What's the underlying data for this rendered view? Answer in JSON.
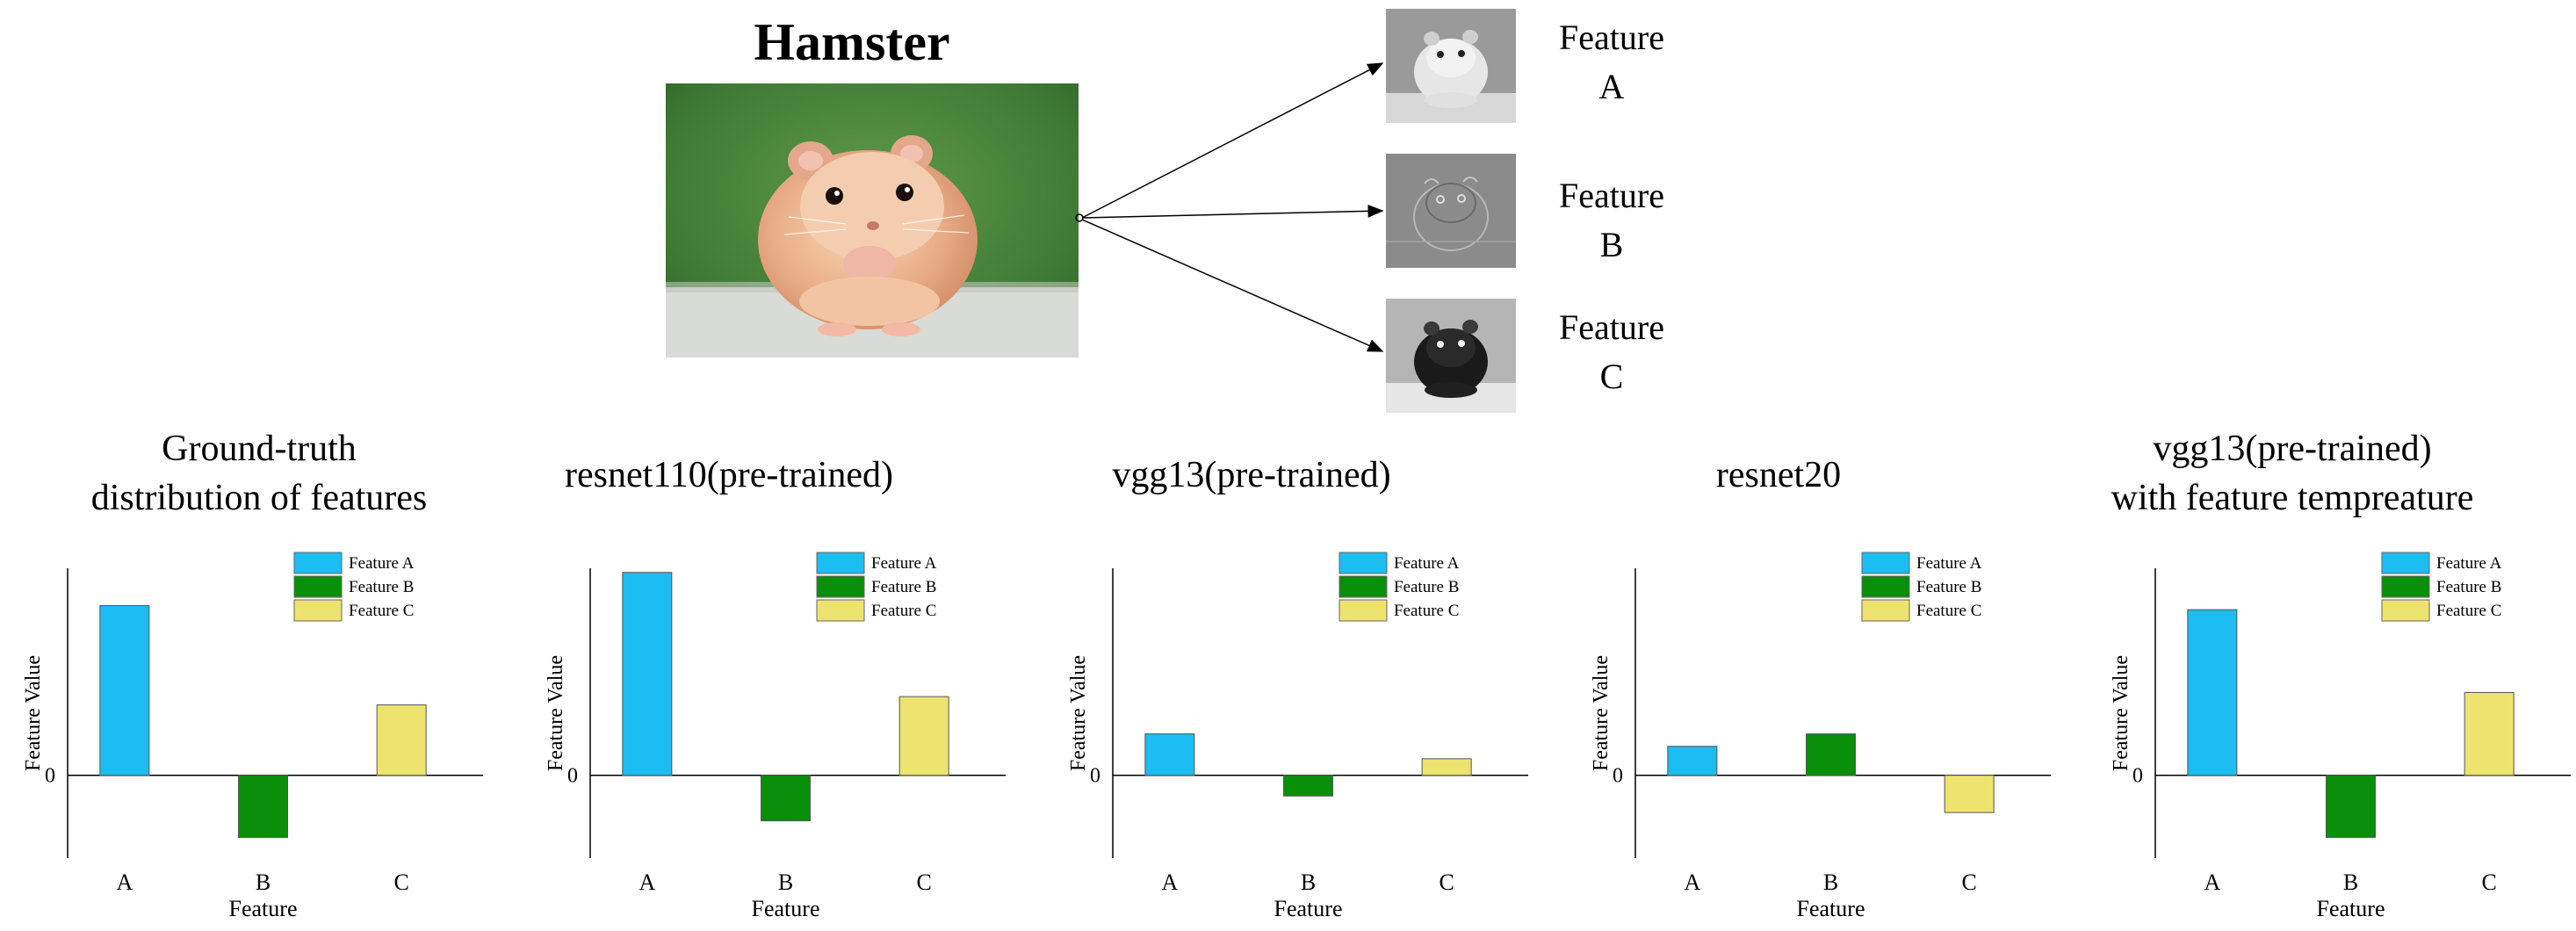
{
  "header": {
    "title": "Hamster"
  },
  "features": [
    {
      "line1": "Feature",
      "line2": "A",
      "icon": "hamster-grayscale-thumbnail"
    },
    {
      "line1": "Feature",
      "line2": "B",
      "icon": "hamster-edge-thumbnail"
    },
    {
      "line1": "Feature",
      "line2": "C",
      "icon": "hamster-dark-thumbnail"
    }
  ],
  "colors": {
    "feature_a": "#1bbdf2",
    "feature_b": "#0a8f0a",
    "feature_c": "#ede36e",
    "background_green": "#3f7a35"
  },
  "chart_data": [
    {
      "type": "bar",
      "title_lines": [
        "Ground-truth",
        "distribution of features"
      ],
      "categories": [
        "A",
        "B",
        "C"
      ],
      "values": [
        0.82,
        -0.3,
        0.34
      ],
      "xlabel": "Feature",
      "ylabel": "Feature Value",
      "yticks": [
        "0"
      ],
      "ylim": [
        -0.4,
        1.0
      ],
      "legend": [
        "Feature A",
        "Feature B",
        "Feature C"
      ],
      "legend_position": "top-right"
    },
    {
      "type": "bar",
      "title_lines": [
        "resnet110(pre-trained)"
      ],
      "categories": [
        "A",
        "B",
        "C"
      ],
      "values": [
        0.98,
        -0.22,
        0.38
      ],
      "xlabel": "Feature",
      "ylabel": "Feature Value",
      "yticks": [
        "0"
      ],
      "ylim": [
        -0.4,
        1.0
      ],
      "legend": [
        "Feature A",
        "Feature B",
        "Feature C"
      ],
      "legend_position": "top-right"
    },
    {
      "type": "bar",
      "title_lines": [
        "vgg13(pre-trained)"
      ],
      "categories": [
        "A",
        "B",
        "C"
      ],
      "values": [
        0.2,
        -0.1,
        0.08
      ],
      "xlabel": "Feature",
      "ylabel": "Feature Value",
      "yticks": [
        "0"
      ],
      "ylim": [
        -0.4,
        1.0
      ],
      "legend": [
        "Feature A",
        "Feature B",
        "Feature C"
      ],
      "legend_position": "top-right"
    },
    {
      "type": "bar",
      "title_lines": [
        "resnet20"
      ],
      "categories": [
        "A",
        "B",
        "C"
      ],
      "values": [
        0.14,
        0.2,
        -0.18
      ],
      "xlabel": "Feature",
      "ylabel": "Feature Value",
      "yticks": [
        "0"
      ],
      "ylim": [
        -0.4,
        1.0
      ],
      "legend": [
        "Feature A",
        "Feature B",
        "Feature C"
      ],
      "legend_position": "top-right"
    },
    {
      "type": "bar",
      "title_lines": [
        "vgg13(pre-trained)",
        "with feature tempreature"
      ],
      "categories": [
        "A",
        "B",
        "C"
      ],
      "values": [
        0.8,
        -0.3,
        0.4
      ],
      "xlabel": "Feature",
      "ylabel": "Feature Value",
      "yticks": [
        "0"
      ],
      "ylim": [
        -0.4,
        1.0
      ],
      "legend": [
        "Feature A",
        "Feature B",
        "Feature C"
      ],
      "legend_position": "top-right"
    }
  ]
}
